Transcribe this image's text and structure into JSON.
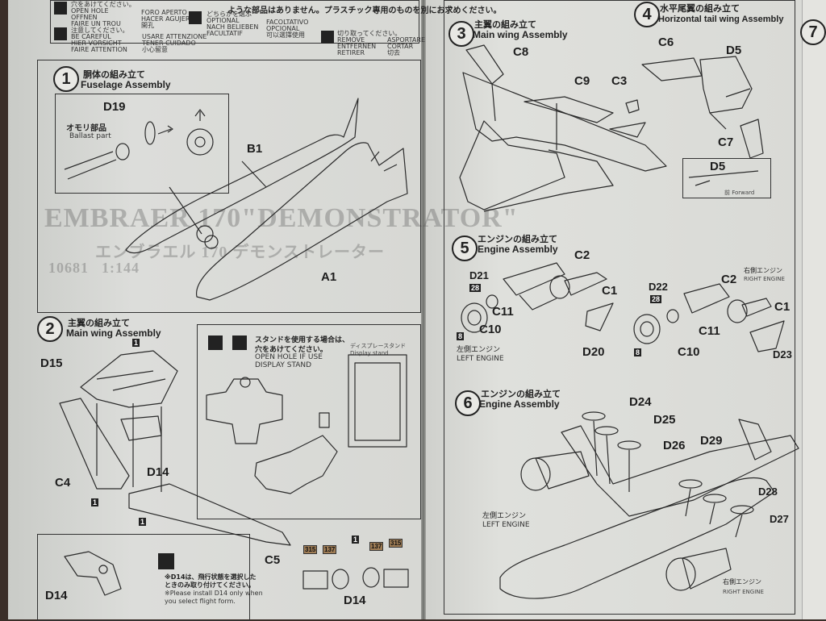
{
  "header": {
    "jp_notice": "ような部品はありません。プラスチック専用のものを別にお求めください。",
    "warn1": [
      "穴をあけてください。",
      "OPEN HOLE",
      "OFFNEN",
      "FAIRE UN TROU"
    ],
    "warn1b": [
      "FORO APERTO",
      "HACER AGUJERO",
      "開孔"
    ],
    "warn2": [
      "どちらかを選ぶ",
      "OPTIONAL",
      "NACH BELIEBEN",
      "FACULTATIF"
    ],
    "warn2b": [
      "FACOLTATIVO",
      "OPCIONAL",
      "可以選擇使用"
    ],
    "warn3": [
      "注意してください。",
      "BE CAREFUL",
      "HIER VORSICHT",
      "FAIRE ATTENTION"
    ],
    "warn3b": [
      "USARE ATTENZIONE",
      "TENER CUIDADO",
      "小心留意"
    ],
    "warn4": [
      "切り取ってください。",
      "REMOVE",
      "ENTFERNEN",
      "RETIRER"
    ],
    "warn4b": [
      "ASPORTARE",
      "CORTAR",
      "切去"
    ]
  },
  "steps": {
    "s1": {
      "num": "1",
      "jp": "胴体の組み立て",
      "en": "Fuselage Assembly"
    },
    "s2": {
      "num": "2",
      "jp": "主翼の組み立て",
      "en": "Main wing Assembly"
    },
    "s3": {
      "num": "3",
      "jp": "主翼の組み立て",
      "en": "Main wing Assembly"
    },
    "s4": {
      "num": "4",
      "jp": "水平尾翼の組み立て",
      "en": "Horizontal tail wing Assembly"
    },
    "s5": {
      "num": "5",
      "jp": "エンジンの組み立て",
      "en": "Engine Assembly"
    },
    "s6": {
      "num": "6",
      "jp": "エンジンの組み立て",
      "en": "Engine Assembly"
    },
    "s7": {
      "num": "7"
    }
  },
  "left": {
    "ballast_jp": "オモリ部品",
    "ballast_en": "Ballast part",
    "stand_jp": "スタンドを使用する場合は、",
    "stand_jp2": "穴をあけてください。",
    "stand_en1": "OPEN HOLE IF USE",
    "stand_en2": "DISPLAY STAND",
    "display_jp": "ディスプレースタンド",
    "display_en": "Display stand",
    "note_jp1": "※D14は、飛行状態を選択した",
    "note_jp2": "ときのみ取り付けてください。",
    "note_en1": "※Please install D14 only when",
    "note_en2": "you select flight form.",
    "watermark": "EMBRAER 170\"DEMONSTRATOR\"",
    "watermark2": "エンブラエル 170 デモンストレーター",
    "scale": "1:144",
    "code": "10681"
  },
  "parts": {
    "D19": "D19",
    "B1": "B1",
    "A1": "A1",
    "D15": "D15",
    "C4": "C4",
    "D14a": "D14",
    "C5": "C5",
    "D14b": "D14",
    "D14c": "D14",
    "C8": "C8",
    "C9": "C9",
    "C3": "C3",
    "C6": "C6",
    "D5a": "D5",
    "C7": "C7",
    "D5b": "D5",
    "D21": "D21",
    "C2a": "C2",
    "C1a": "C1",
    "C11a": "C11",
    "C10a": "C10",
    "D20": "D20",
    "D22": "D22",
    "C2b": "C2",
    "C1b": "C1",
    "C11b": "C11",
    "C10b": "C10",
    "D23": "D23",
    "D24": "D24",
    "D25": "D25",
    "D26": "D26",
    "D29": "D29",
    "D28": "D28",
    "D27": "D27"
  },
  "labels": {
    "forward": "前 Forward",
    "left_engine_jp": "左側エンジン",
    "left_engine_en": "LEFT ENGINE",
    "right_engine_jp": "右側エンジン",
    "right_engine_en": "RIGHT ENGINE",
    "badge1": "1",
    "badge8": "8",
    "badge28": "28",
    "c315": "315",
    "c137": "137"
  }
}
